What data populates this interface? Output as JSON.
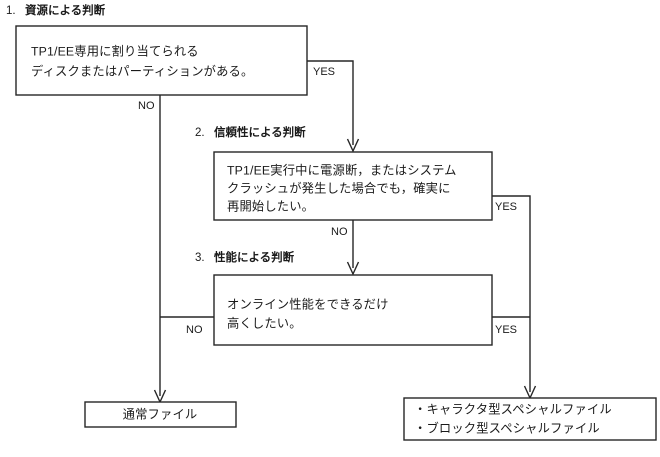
{
  "diagram": {
    "title_shown": false,
    "steps": [
      {
        "number": "1.",
        "heading": "資源による判断",
        "question_lines": [
          "TP1/EE専用に割り当てられる",
          "ディスクまたはパーティションがある。"
        ],
        "yes_label": "YES",
        "no_label": "NO"
      },
      {
        "number": "2.",
        "heading": "信頼性による判断",
        "question_lines": [
          "TP1/EE実行中に電源断，またはシステム",
          "クラッシュが発生した場合でも，確実に",
          "再開始したい。"
        ],
        "yes_label": "YES",
        "no_label": "NO"
      },
      {
        "number": "3.",
        "heading": "性能による判断",
        "question_lines": [
          "オンライン性能をできるだけ",
          "高くしたい。"
        ],
        "yes_label": "YES",
        "no_label": "NO"
      }
    ],
    "results": [
      {
        "id": "normal-file",
        "lines": [
          "通常ファイル"
        ]
      },
      {
        "id": "special-file",
        "lines": [
          "・キャラクタ型スペシャルファイル",
          "・ブロック型スペシャルファイル"
        ]
      }
    ],
    "colors": {
      "line": "#262626",
      "text": "#1a1a1a",
      "background": "#ffffff"
    }
  }
}
